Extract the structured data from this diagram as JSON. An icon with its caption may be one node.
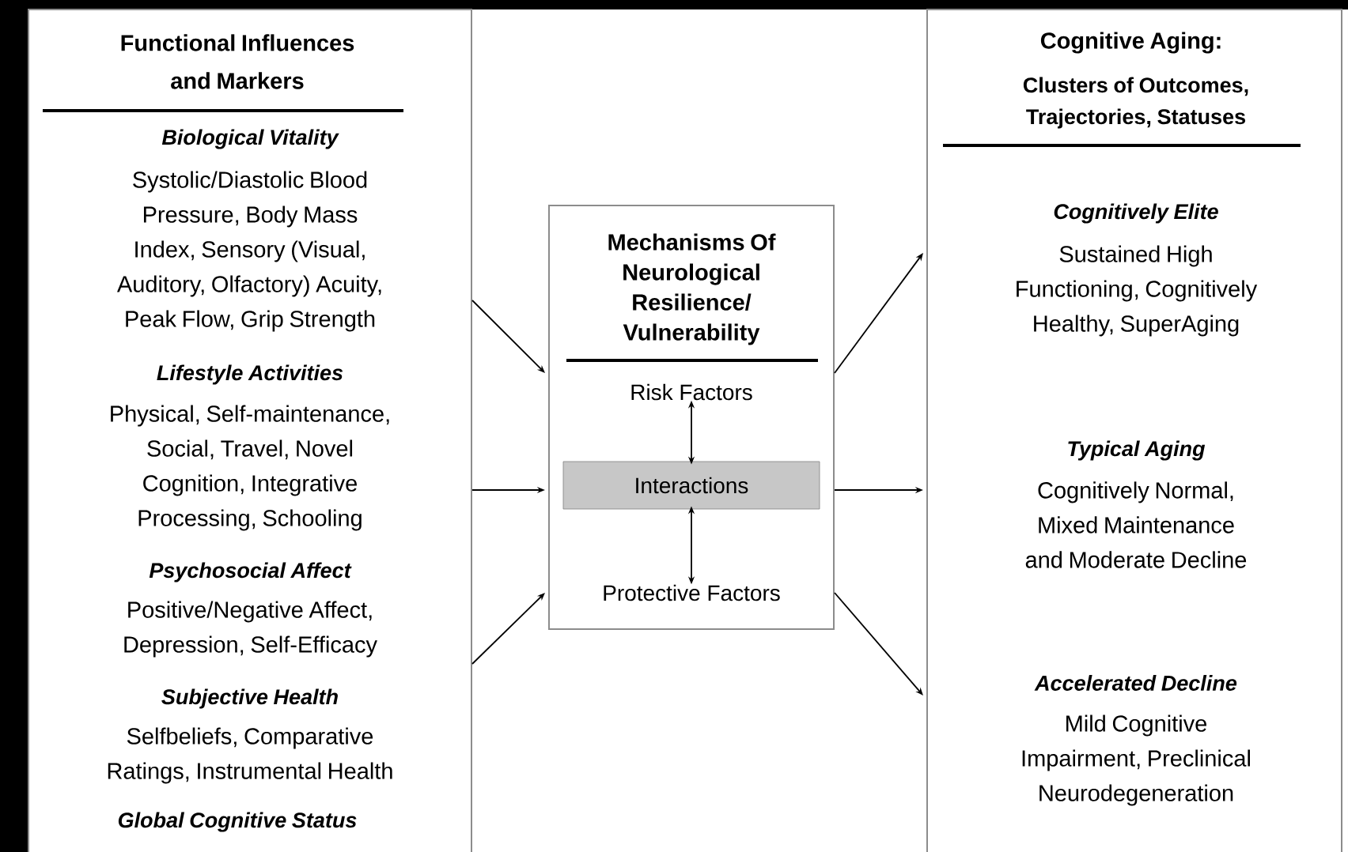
{
  "diagram": {
    "nodes": [
      {
        "text": [
          "Functional Influences and Markers",
          "Biological Vitality",
          "Systolic/Diastolic Blood Pressure, Body Mass Index, Sensory (Visual, Auditory, Olfactory) Acuity, Peak Flow, Grip Strength",
          "Lifestyle Activities",
          "Physical, Self-maintenance, Social, Travel, Novel Cognition, Integrative Processing, Schooling",
          "Psychosocial Affect",
          "Positive/Negative Affect, Depression, Self-Efficacy",
          "Subjective Health",
          "Selfbeliefs, Comparative Ratings, Instrumental Health",
          "Global Cognitive Status"
        ]
      },
      {
        "text": [
          "Mechanisms Of Neurological Resilience/ Vulnerability"
        ]
      },
      {
        "text": [
          "Risk Factors"
        ],
        "in": 1
      },
      {
        "text": [
          "Interactions"
        ],
        "in": 1
      },
      {
        "text": [
          "Protective Factors"
        ],
        "in": 1
      },
      {
        "text": [
          "Cognitive Aging:",
          "Clusters of Outcomes, Trajectories, Statuses",
          "Cognitively Elite",
          "Sustained High Functioning, Cognitively Healthy, SuperAging",
          "Typical Aging",
          "Cognitively Normal, Mixed Maintenance and Moderate Decline",
          "Accelerated Decline",
          "Mild Cognitive Impairment, Preclinical Neurodegeneration"
        ]
      }
    ],
    "edges": [
      {
        "from": 0,
        "to": 1,
        "arrow": "to"
      },
      {
        "from": 0,
        "to": 1,
        "arrow": "to"
      },
      {
        "from": 0,
        "to": 1,
        "arrow": "to"
      },
      {
        "from": 2,
        "to": 3,
        "arrow": "both"
      },
      {
        "from": 3,
        "to": 4,
        "arrow": "both"
      },
      {
        "from": 1,
        "to": 5,
        "arrow": "to"
      },
      {
        "from": 1,
        "to": 5,
        "arrow": "to"
      },
      {
        "from": 1,
        "to": 5,
        "arrow": "to"
      }
    ]
  }
}
